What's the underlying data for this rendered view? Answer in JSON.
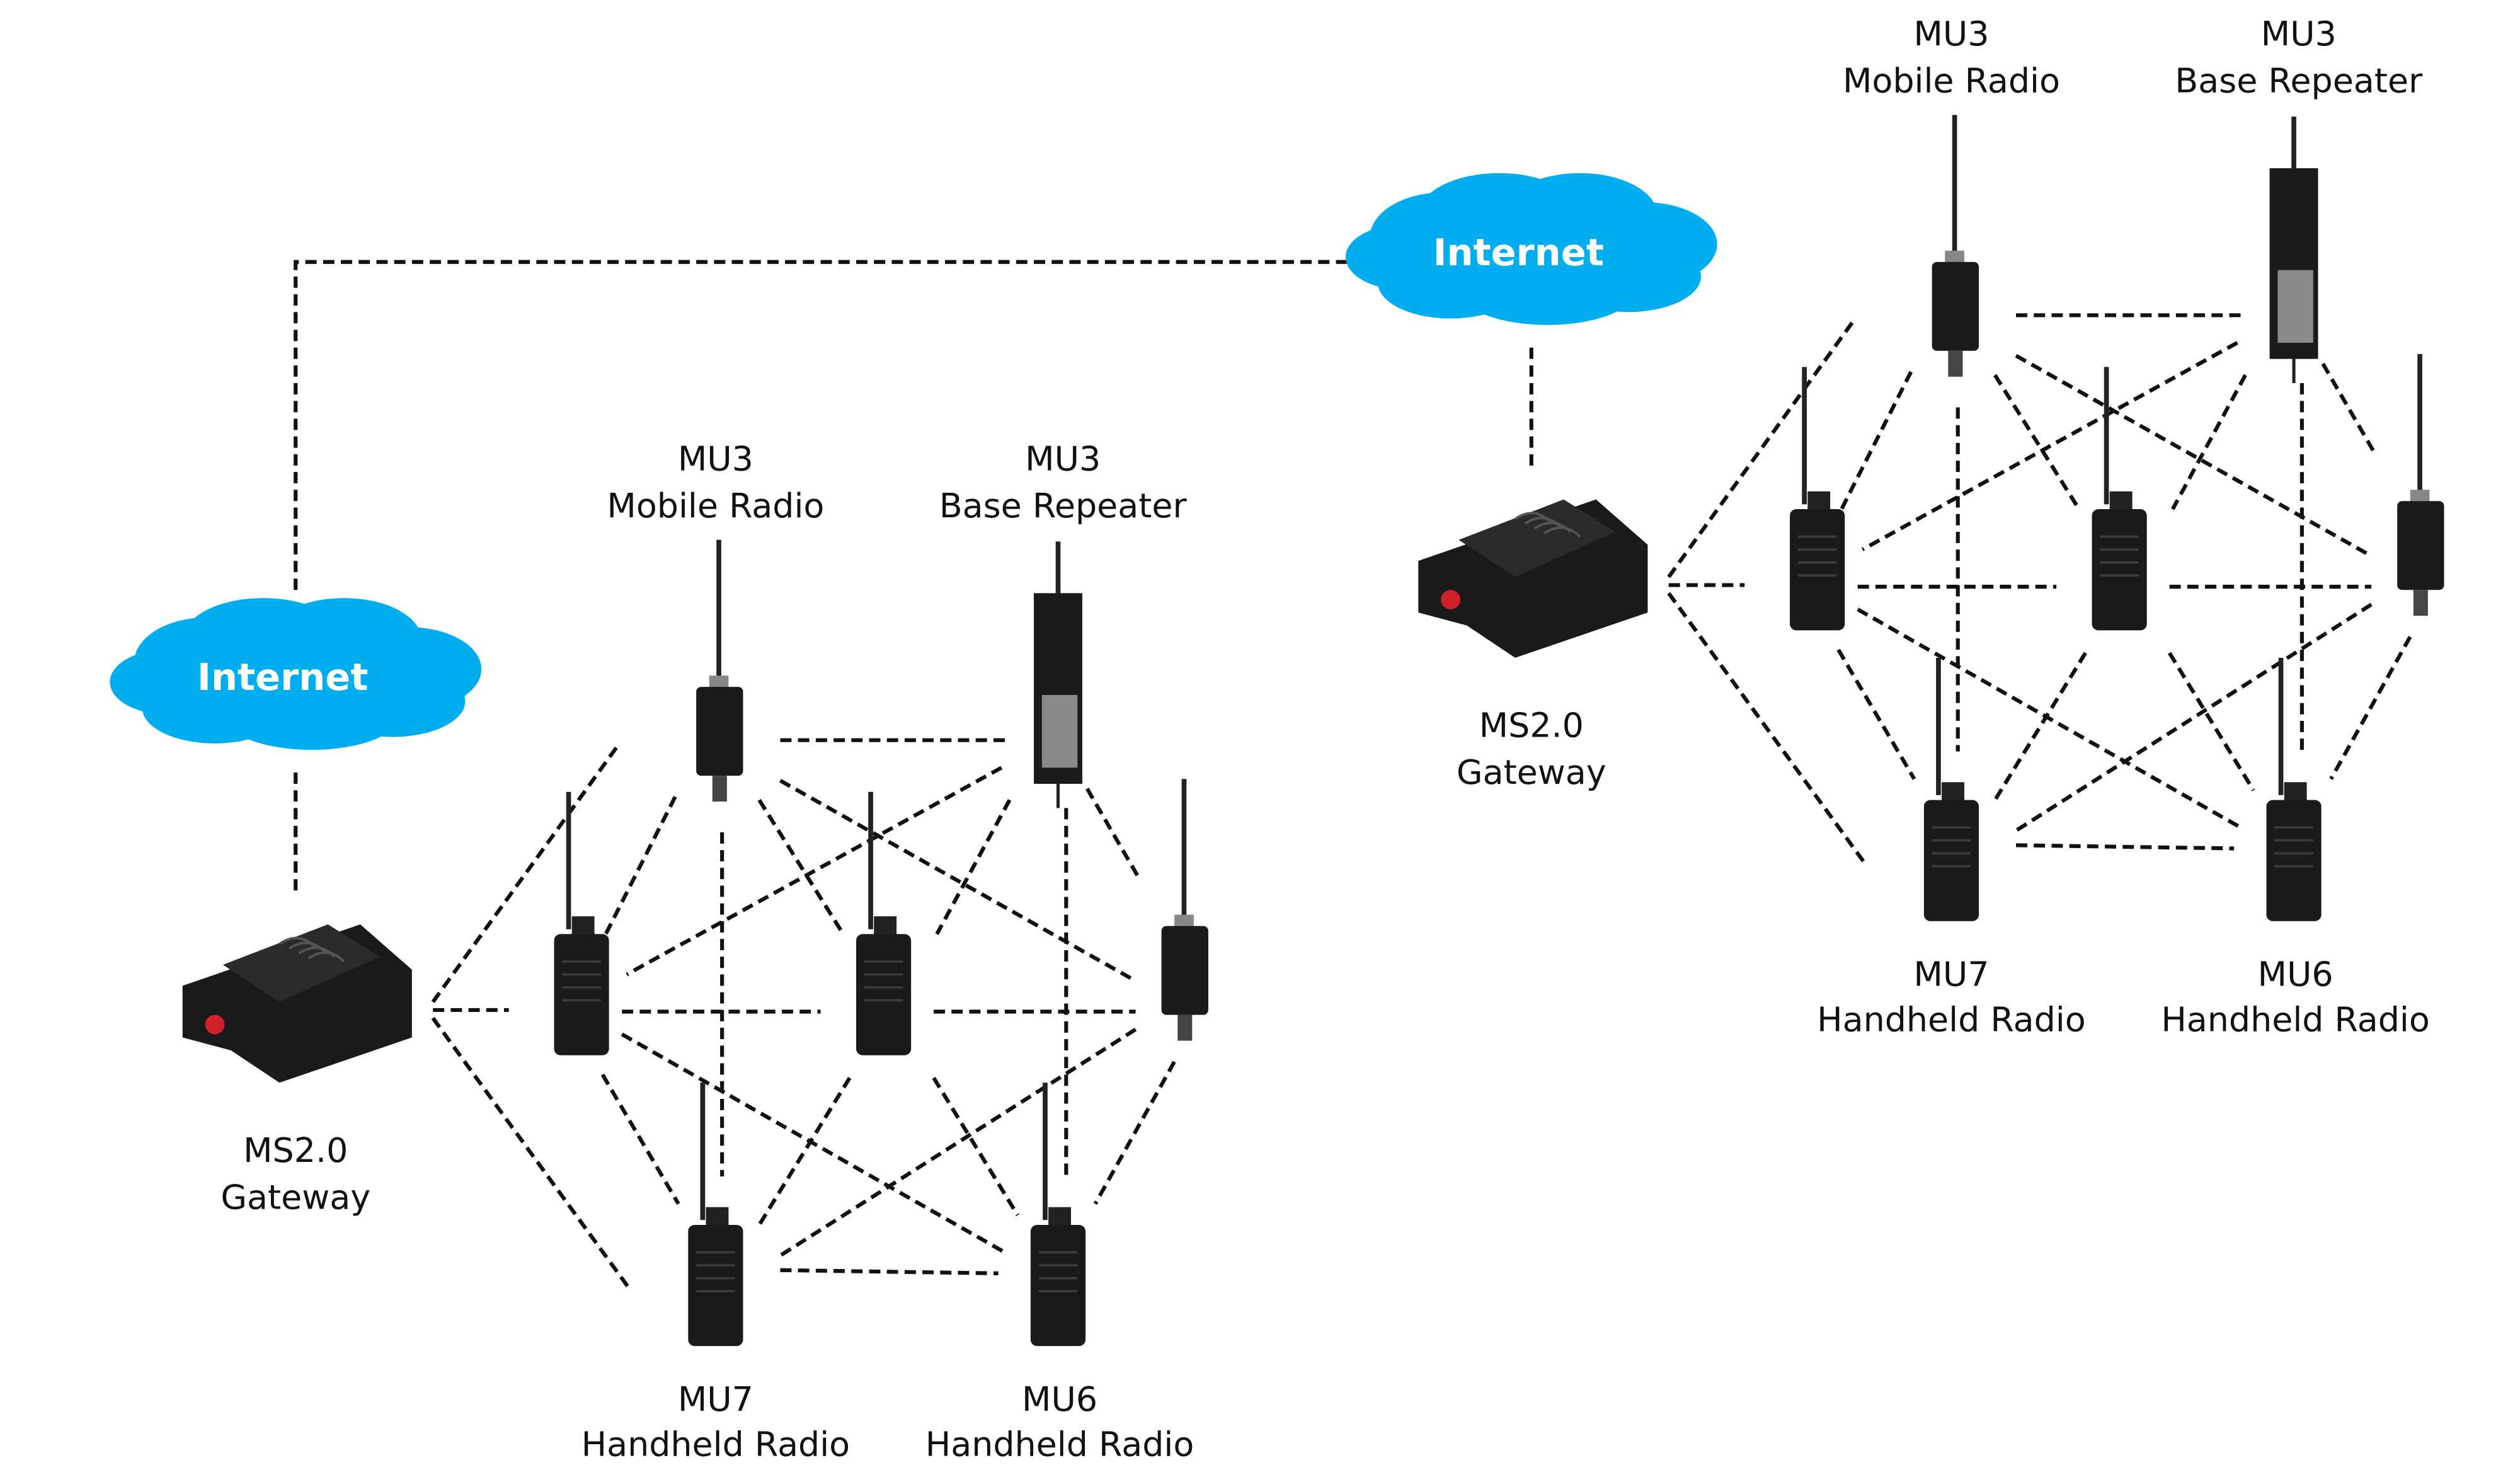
{
  "colors": {
    "cloud": "#00AEEF",
    "line": "#111111",
    "device": "#1a1a1a",
    "button": "#d0202a"
  },
  "networks": [
    {
      "internet": {
        "label": "Internet",
        "icon": "cloud-icon"
      },
      "gateway": {
        "model": "MS2.0",
        "type": "Gateway",
        "icon": "gateway-box-icon"
      },
      "devices": {
        "mobile_radio": {
          "model": "MU3",
          "type": "Mobile Radio",
          "icon": "mobile-radio-icon"
        },
        "base_repeater": {
          "model": "MU3",
          "type": "Base Repeater",
          "icon": "base-repeater-icon"
        },
        "handheld_mu7": {
          "model": "MU7",
          "type": "Handheld Radio",
          "icon": "handheld-radio-icon"
        },
        "handheld_mu6": {
          "model": "MU6",
          "type": "Handheld Radio",
          "icon": "handheld-radio-icon"
        }
      }
    },
    {
      "internet": {
        "label": "Internet",
        "icon": "cloud-icon"
      },
      "gateway": {
        "model": "MS2.0",
        "type": "Gateway",
        "icon": "gateway-box-icon"
      },
      "devices": {
        "mobile_radio": {
          "model": "MU3",
          "type": "Mobile Radio",
          "icon": "mobile-radio-icon"
        },
        "base_repeater": {
          "model": "MU3",
          "type": "Base Repeater",
          "icon": "base-repeater-icon"
        },
        "handheld_mu7": {
          "model": "MU7",
          "type": "Handheld Radio",
          "icon": "handheld-radio-icon"
        },
        "handheld_mu6": {
          "model": "MU6",
          "type": "Handheld Radio",
          "icon": "handheld-radio-icon"
        }
      }
    }
  ],
  "links": {
    "internet_interconnect": "dashed",
    "mesh": "dashed"
  }
}
